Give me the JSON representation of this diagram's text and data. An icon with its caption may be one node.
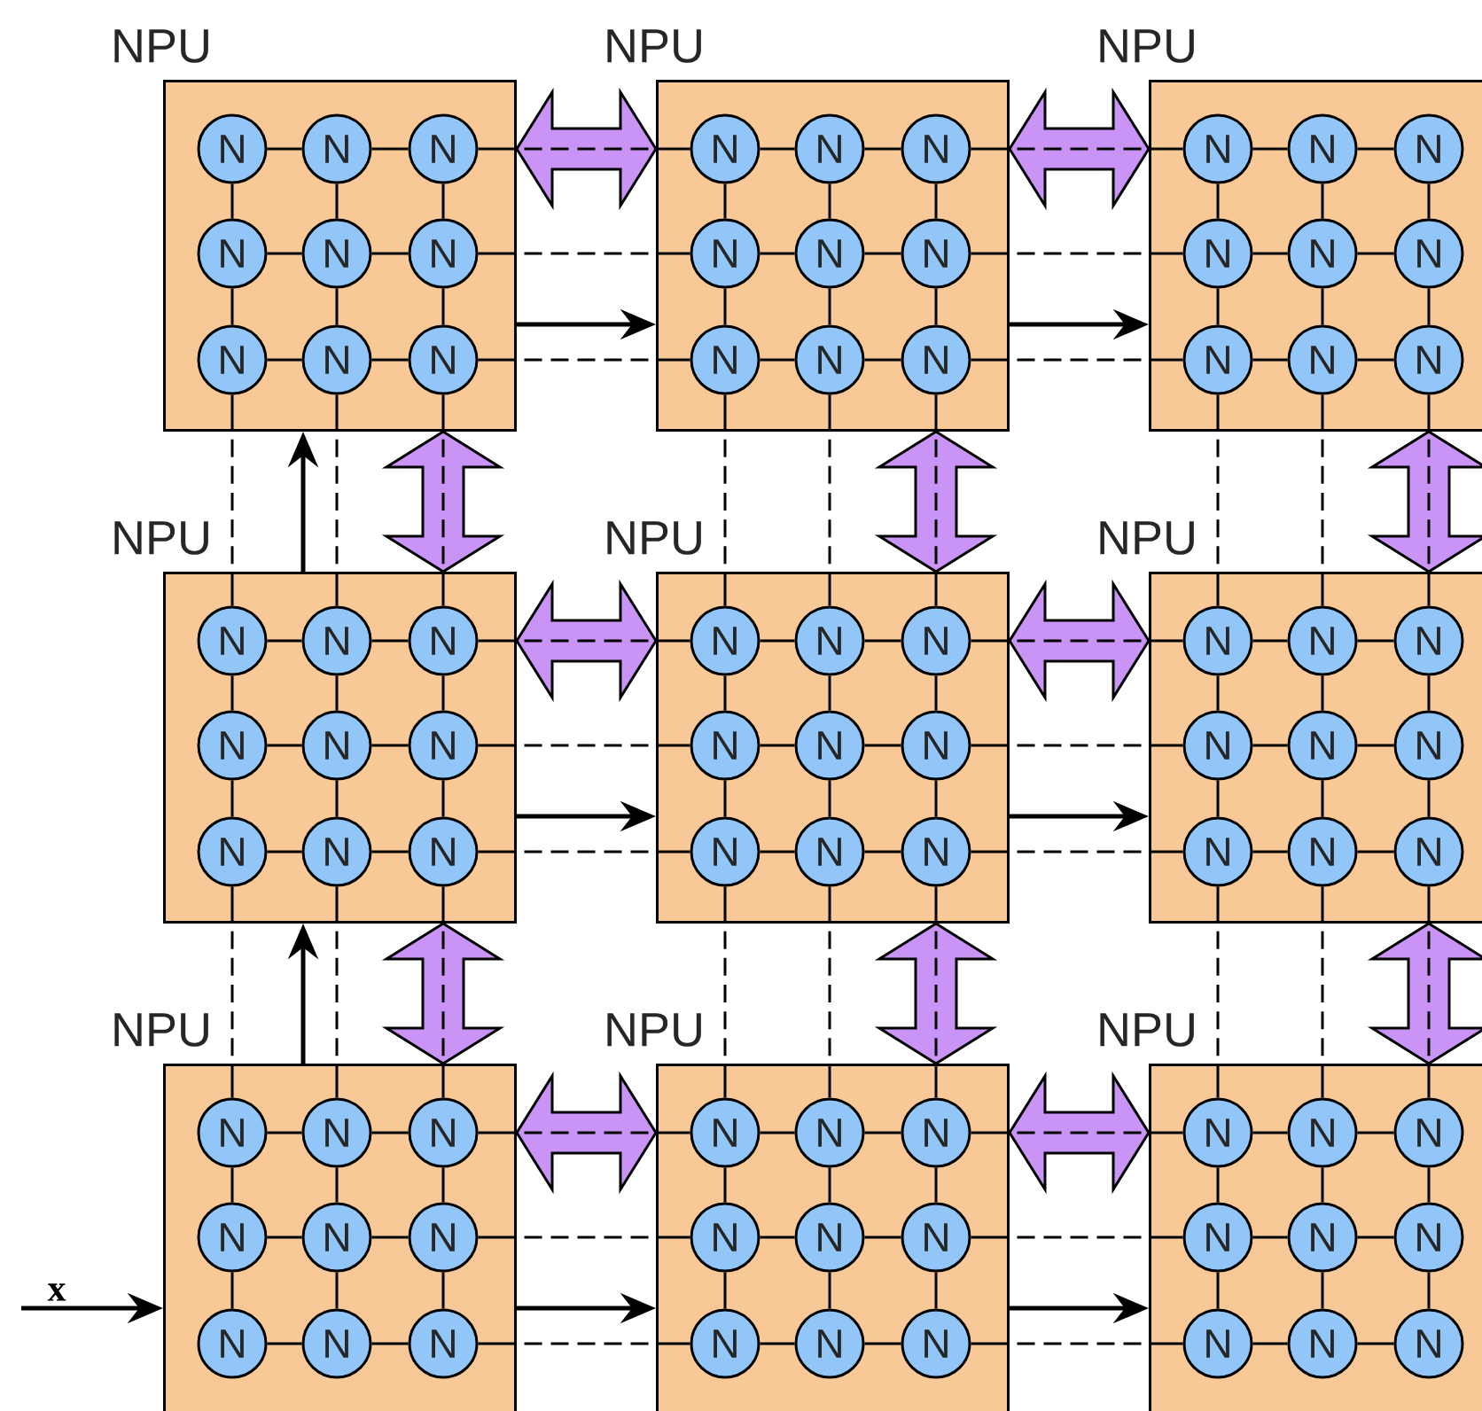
{
  "diagram": {
    "nodes": [
      {
        "text": [
          "NPU"
        ]
      },
      {
        "text": [
          "N"
        ],
        "in": 0
      },
      {
        "text": [
          "N"
        ],
        "in": 0
      },
      {
        "text": [
          "N"
        ],
        "in": 0
      },
      {
        "text": [
          "N"
        ],
        "in": 0
      },
      {
        "text": [
          "N"
        ],
        "in": 0
      },
      {
        "text": [
          "N"
        ],
        "in": 0
      },
      {
        "text": [
          "N"
        ],
        "in": 0
      },
      {
        "text": [
          "N"
        ],
        "in": 0
      },
      {
        "text": [
          "N"
        ],
        "in": 0
      },
      {
        "text": [
          "NPU"
        ]
      },
      {
        "text": [
          "N"
        ],
        "in": 10
      },
      {
        "text": [
          "N"
        ],
        "in": 10
      },
      {
        "text": [
          "N"
        ],
        "in": 10
      },
      {
        "text": [
          "N"
        ],
        "in": 10
      },
      {
        "text": [
          "N"
        ],
        "in": 10
      },
      {
        "text": [
          "N"
        ],
        "in": 10
      },
      {
        "text": [
          "N"
        ],
        "in": 10
      },
      {
        "text": [
          "N"
        ],
        "in": 10
      },
      {
        "text": [
          "N"
        ],
        "in": 10
      },
      {
        "text": [
          "NPU"
        ]
      },
      {
        "text": [
          "N"
        ],
        "in": 20
      },
      {
        "text": [
          "N"
        ],
        "in": 20
      },
      {
        "text": [
          "N"
        ],
        "in": 20
      },
      {
        "text": [
          "N"
        ],
        "in": 20
      },
      {
        "text": [
          "N"
        ],
        "in": 20
      },
      {
        "text": [
          "N"
        ],
        "in": 20
      },
      {
        "text": [
          "N"
        ],
        "in": 20
      },
      {
        "text": [
          "N"
        ],
        "in": 20
      },
      {
        "text": [
          "N"
        ],
        "in": 20
      },
      {
        "text": [
          "NPU"
        ]
      },
      {
        "text": [
          "N"
        ],
        "in": 30
      },
      {
        "text": [
          "N"
        ],
        "in": 30
      },
      {
        "text": [
          "N"
        ],
        "in": 30
      },
      {
        "text": [
          "N"
        ],
        "in": 30
      },
      {
        "text": [
          "N"
        ],
        "in": 30
      },
      {
        "text": [
          "N"
        ],
        "in": 30
      },
      {
        "text": [
          "N"
        ],
        "in": 30
      },
      {
        "text": [
          "N"
        ],
        "in": 30
      },
      {
        "text": [
          "N"
        ],
        "in": 30
      },
      {
        "text": [
          "NPU"
        ]
      },
      {
        "text": [
          "N"
        ],
        "in": 40
      },
      {
        "text": [
          "N"
        ],
        "in": 40
      },
      {
        "text": [
          "N"
        ],
        "in": 40
      },
      {
        "text": [
          "N"
        ],
        "in": 40
      },
      {
        "text": [
          "N"
        ],
        "in": 40
      },
      {
        "text": [
          "N"
        ],
        "in": 40
      },
      {
        "text": [
          "N"
        ],
        "in": 40
      },
      {
        "text": [
          "N"
        ],
        "in": 40
      },
      {
        "text": [
          "N"
        ],
        "in": 40
      },
      {
        "text": [
          "NPU"
        ]
      },
      {
        "text": [
          "N"
        ],
        "in": 50
      },
      {
        "text": [
          "N"
        ],
        "in": 50
      },
      {
        "text": [
          "N"
        ],
        "in": 50
      },
      {
        "text": [
          "N"
        ],
        "in": 50
      },
      {
        "text": [
          "N"
        ],
        "in": 50
      },
      {
        "text": [
          "N"
        ],
        "in": 50
      },
      {
        "text": [
          "N"
        ],
        "in": 50
      },
      {
        "text": [
          "N"
        ],
        "in": 50
      },
      {
        "text": [
          "N"
        ],
        "in": 50
      },
      {
        "text": [
          "NPU"
        ]
      },
      {
        "text": [
          "N"
        ],
        "in": 60
      },
      {
        "text": [
          "N"
        ],
        "in": 60
      },
      {
        "text": [
          "N"
        ],
        "in": 60
      },
      {
        "text": [
          "N"
        ],
        "in": 60
      },
      {
        "text": [
          "N"
        ],
        "in": 60
      },
      {
        "text": [
          "N"
        ],
        "in": 60
      },
      {
        "text": [
          "N"
        ],
        "in": 60
      },
      {
        "text": [
          "N"
        ],
        "in": 60
      },
      {
        "text": [
          "N"
        ],
        "in": 60
      },
      {
        "text": [
          "NPU"
        ]
      },
      {
        "text": [
          "N"
        ],
        "in": 70
      },
      {
        "text": [
          "N"
        ],
        "in": 70
      },
      {
        "text": [
          "N"
        ],
        "in": 70
      },
      {
        "text": [
          "N"
        ],
        "in": 70
      },
      {
        "text": [
          "N"
        ],
        "in": 70
      },
      {
        "text": [
          "N"
        ],
        "in": 70
      },
      {
        "text": [
          "N"
        ],
        "in": 70
      },
      {
        "text": [
          "N"
        ],
        "in": 70
      },
      {
        "text": [
          "N"
        ],
        "in": 70
      },
      {
        "text": [
          "NPU"
        ]
      },
      {
        "text": [
          "N"
        ],
        "in": 80
      },
      {
        "text": [
          "N"
        ],
        "in": 80
      },
      {
        "text": [
          "N"
        ],
        "in": 80
      },
      {
        "text": [
          "N"
        ],
        "in": 80
      },
      {
        "text": [
          "N"
        ],
        "in": 80
      },
      {
        "text": [
          "N"
        ],
        "in": 80
      },
      {
        "text": [
          "N"
        ],
        "in": 80
      },
      {
        "text": [
          "N"
        ],
        "in": 80
      },
      {
        "text": [
          "N"
        ],
        "in": 80
      }
    ],
    "edges": [
      {
        "from": 1,
        "to": 2,
        "arrow": "none"
      },
      {
        "from": 2,
        "to": 3,
        "arrow": "none"
      },
      {
        "from": 4,
        "to": 5,
        "arrow": "none"
      },
      {
        "from": 5,
        "to": 6,
        "arrow": "none"
      },
      {
        "from": 7,
        "to": 8,
        "arrow": "none"
      },
      {
        "from": 8,
        "to": 9,
        "arrow": "none"
      },
      {
        "from": 1,
        "to": 4,
        "arrow": "none"
      },
      {
        "from": 4,
        "to": 7,
        "arrow": "none"
      },
      {
        "from": 2,
        "to": 5,
        "arrow": "none"
      },
      {
        "from": 5,
        "to": 8,
        "arrow": "none"
      },
      {
        "from": 3,
        "to": 6,
        "arrow": "none"
      },
      {
        "from": 6,
        "to": 9,
        "arrow": "none"
      },
      {
        "from": 11,
        "to": 12,
        "arrow": "none"
      },
      {
        "from": 12,
        "to": 13,
        "arrow": "none"
      },
      {
        "from": 14,
        "to": 15,
        "arrow": "none"
      },
      {
        "from": 15,
        "to": 16,
        "arrow": "none"
      },
      {
        "from": 17,
        "to": 18,
        "arrow": "none"
      },
      {
        "from": 18,
        "to": 19,
        "arrow": "none"
      },
      {
        "from": 11,
        "to": 14,
        "arrow": "none"
      },
      {
        "from": 14,
        "to": 17,
        "arrow": "none"
      },
      {
        "from": 12,
        "to": 15,
        "arrow": "none"
      },
      {
        "from": 15,
        "to": 18,
        "arrow": "none"
      },
      {
        "from": 13,
        "to": 16,
        "arrow": "none"
      },
      {
        "from": 16,
        "to": 19,
        "arrow": "none"
      },
      {
        "from": 21,
        "to": 22,
        "arrow": "none"
      },
      {
        "from": 22,
        "to": 23,
        "arrow": "none"
      },
      {
        "from": 24,
        "to": 25,
        "arrow": "none"
      },
      {
        "from": 25,
        "to": 26,
        "arrow": "none"
      },
      {
        "from": 27,
        "to": 28,
        "arrow": "none"
      },
      {
        "from": 28,
        "to": 29,
        "arrow": "none"
      },
      {
        "from": 21,
        "to": 24,
        "arrow": "none"
      },
      {
        "from": 24,
        "to": 27,
        "arrow": "none"
      },
      {
        "from": 22,
        "to": 25,
        "arrow": "none"
      },
      {
        "from": 25,
        "to": 28,
        "arrow": "none"
      },
      {
        "from": 23,
        "to": 26,
        "arrow": "none"
      },
      {
        "from": 26,
        "to": 29,
        "arrow": "none"
      },
      {
        "from": 31,
        "to": 32,
        "arrow": "none"
      },
      {
        "from": 32,
        "to": 33,
        "arrow": "none"
      },
      {
        "from": 34,
        "to": 35,
        "arrow": "none"
      },
      {
        "from": 35,
        "to": 36,
        "arrow": "none"
      },
      {
        "from": 37,
        "to": 38,
        "arrow": "none"
      },
      {
        "from": 38,
        "to": 39,
        "arrow": "none"
      },
      {
        "from": 31,
        "to": 34,
        "arrow": "none"
      },
      {
        "from": 34,
        "to": 37,
        "arrow": "none"
      },
      {
        "from": 32,
        "to": 35,
        "arrow": "none"
      },
      {
        "from": 35,
        "to": 38,
        "arrow": "none"
      },
      {
        "from": 33,
        "to": 36,
        "arrow": "none"
      },
      {
        "from": 36,
        "to": 39,
        "arrow": "none"
      },
      {
        "from": 41,
        "to": 42,
        "arrow": "none"
      },
      {
        "from": 42,
        "to": 43,
        "arrow": "none"
      },
      {
        "from": 44,
        "to": 45,
        "arrow": "none"
      },
      {
        "from": 45,
        "to": 46,
        "arrow": "none"
      },
      {
        "from": 47,
        "to": 48,
        "arrow": "none"
      },
      {
        "from": 48,
        "to": 49,
        "arrow": "none"
      },
      {
        "from": 41,
        "to": 44,
        "arrow": "none"
      },
      {
        "from": 44,
        "to": 47,
        "arrow": "none"
      },
      {
        "from": 42,
        "to": 45,
        "arrow": "none"
      },
      {
        "from": 45,
        "to": 48,
        "arrow": "none"
      },
      {
        "from": 43,
        "to": 46,
        "arrow": "none"
      },
      {
        "from": 46,
        "to": 49,
        "arrow": "none"
      },
      {
        "from": 51,
        "to": 52,
        "arrow": "none"
      },
      {
        "from": 52,
        "to": 53,
        "arrow": "none"
      },
      {
        "from": 54,
        "to": 55,
        "arrow": "none"
      },
      {
        "from": 55,
        "to": 56,
        "arrow": "none"
      },
      {
        "from": 57,
        "to": 58,
        "arrow": "none"
      },
      {
        "from": 58,
        "to": 59,
        "arrow": "none"
      },
      {
        "from": 51,
        "to": 54,
        "arrow": "none"
      },
      {
        "from": 54,
        "to": 57,
        "arrow": "none"
      },
      {
        "from": 52,
        "to": 55,
        "arrow": "none"
      },
      {
        "from": 55,
        "to": 58,
        "arrow": "none"
      },
      {
        "from": 53,
        "to": 56,
        "arrow": "none"
      },
      {
        "from": 56,
        "to": 59,
        "arrow": "none"
      },
      {
        "from": 61,
        "to": 62,
        "arrow": "none"
      },
      {
        "from": 62,
        "to": 63,
        "arrow": "none"
      },
      {
        "from": 64,
        "to": 65,
        "arrow": "none"
      },
      {
        "from": 65,
        "to": 66,
        "arrow": "none"
      },
      {
        "from": 67,
        "to": 68,
        "arrow": "none"
      },
      {
        "from": 68,
        "to": 69,
        "arrow": "none"
      },
      {
        "from": 61,
        "to": 64,
        "arrow": "none"
      },
      {
        "from": 64,
        "to": 67,
        "arrow": "none"
      },
      {
        "from": 62,
        "to": 65,
        "arrow": "none"
      },
      {
        "from": 65,
        "to": 68,
        "arrow": "none"
      },
      {
        "from": 63,
        "to": 66,
        "arrow": "none"
      },
      {
        "from": 66,
        "to": 69,
        "arrow": "none"
      },
      {
        "from": 71,
        "to": 72,
        "arrow": "none"
      },
      {
        "from": 72,
        "to": 73,
        "arrow": "none"
      },
      {
        "from": 74,
        "to": 75,
        "arrow": "none"
      },
      {
        "from": 75,
        "to": 76,
        "arrow": "none"
      },
      {
        "from": 77,
        "to": 78,
        "arrow": "none"
      },
      {
        "from": 78,
        "to": 79,
        "arrow": "none"
      },
      {
        "from": 71,
        "to": 74,
        "arrow": "none"
      },
      {
        "from": 74,
        "to": 77,
        "arrow": "none"
      },
      {
        "from": 72,
        "to": 75,
        "arrow": "none"
      },
      {
        "from": 75,
        "to": 78,
        "arrow": "none"
      },
      {
        "from": 73,
        "to": 76,
        "arrow": "none"
      },
      {
        "from": 76,
        "to": 79,
        "arrow": "none"
      },
      {
        "from": 81,
        "to": 82,
        "arrow": "none"
      },
      {
        "from": 82,
        "to": 83,
        "arrow": "none"
      },
      {
        "from": 84,
        "to": 85,
        "arrow": "none"
      },
      {
        "from": 85,
        "to": 86,
        "arrow": "none"
      },
      {
        "from": 87,
        "to": 88,
        "arrow": "none"
      },
      {
        "from": 88,
        "to": 89,
        "arrow": "none"
      },
      {
        "from": 81,
        "to": 84,
        "arrow": "none"
      },
      {
        "from": 84,
        "to": 87,
        "arrow": "none"
      },
      {
        "from": 82,
        "to": 85,
        "arrow": "none"
      },
      {
        "from": 85,
        "to": 88,
        "arrow": "none"
      },
      {
        "from": 83,
        "to": 86,
        "arrow": "none"
      },
      {
        "from": 86,
        "to": 89,
        "arrow": "none"
      },
      {
        "from": 0,
        "to": 10,
        "arrow": "both",
        "style": "thick",
        "color": "#c994f5"
      },
      {
        "from": 10,
        "to": 20,
        "arrow": "both",
        "style": "thick",
        "color": "#c994f5"
      },
      {
        "from": 30,
        "to": 40,
        "arrow": "both",
        "style": "thick",
        "color": "#c994f5"
      },
      {
        "from": 40,
        "to": 50,
        "arrow": "both",
        "style": "thick",
        "color": "#c994f5"
      },
      {
        "from": 60,
        "to": 70,
        "arrow": "both",
        "style": "thick",
        "color": "#c994f5"
      },
      {
        "from": 70,
        "to": 80,
        "arrow": "both",
        "style": "thick",
        "color": "#c994f5"
      },
      {
        "from": 0,
        "to": 30,
        "arrow": "both",
        "style": "thick",
        "color": "#c994f5"
      },
      {
        "from": 30,
        "to": 60,
        "arrow": "both",
        "style": "thick",
        "color": "#c994f5"
      },
      {
        "from": 10,
        "to": 40,
        "arrow": "both",
        "style": "thick",
        "color": "#c994f5"
      },
      {
        "from": 40,
        "to": 70,
        "arrow": "both",
        "style": "thick",
        "color": "#c994f5"
      },
      {
        "from": 20,
        "to": 50,
        "arrow": "both",
        "style": "thick",
        "color": "#c994f5"
      },
      {
        "from": 50,
        "to": 80,
        "arrow": "both",
        "style": "thick",
        "color": "#c994f5"
      },
      {
        "from": 3,
        "to": 11,
        "arrow": "none",
        "style": "dashed"
      },
      {
        "from": 6,
        "to": 14,
        "arrow": "none",
        "style": "dashed"
      },
      {
        "from": 9,
        "to": 17,
        "arrow": "none",
        "style": "dashed"
      },
      {
        "from": 13,
        "to": 21,
        "arrow": "none",
        "style": "dashed"
      },
      {
        "from": 16,
        "to": 24,
        "arrow": "none",
        "style": "dashed"
      },
      {
        "from": 19,
        "to": 27,
        "arrow": "none",
        "style": "dashed"
      },
      {
        "from": 33,
        "to": 41,
        "arrow": "none",
        "style": "dashed"
      },
      {
        "from": 36,
        "to": 44,
        "arrow": "none",
        "style": "dashed"
      },
      {
        "from": 39,
        "to": 47,
        "arrow": "none",
        "style": "dashed"
      },
      {
        "from": 43,
        "to": 51,
        "arrow": "none",
        "style": "dashed"
      },
      {
        "from": 46,
        "to": 54,
        "arrow": "none",
        "style": "dashed"
      },
      {
        "from": 49,
        "to": 57,
        "arrow": "none",
        "style": "dashed"
      },
      {
        "from": 63,
        "to": 71,
        "arrow": "none",
        "style": "dashed"
      },
      {
        "from": 66,
        "to": 74,
        "arrow": "none",
        "style": "dashed"
      },
      {
        "from": 69,
        "to": 77,
        "arrow": "none",
        "style": "dashed"
      },
      {
        "from": 73,
        "to": 81,
        "arrow": "none",
        "style": "dashed"
      },
      {
        "from": 76,
        "to": 84,
        "arrow": "none",
        "style": "dashed"
      },
      {
        "from": 79,
        "to": 87,
        "arrow": "none",
        "style": "dashed"
      },
      {
        "from": 7,
        "to": 31,
        "arrow": "none",
        "style": "dashed"
      },
      {
        "from": 8,
        "to": 32,
        "arrow": "none",
        "style": "dashed"
      },
      {
        "from": 9,
        "to": 33,
        "arrow": "none",
        "style": "dashed"
      },
      {
        "from": 37,
        "to": 61,
        "arrow": "none",
        "style": "dashed"
      },
      {
        "from": 38,
        "to": 62,
        "arrow": "none",
        "style": "dashed"
      },
      {
        "from": 39,
        "to": 63,
        "arrow": "none",
        "style": "dashed"
      },
      {
        "from": 17,
        "to": 41,
        "arrow": "none",
        "style": "dashed"
      },
      {
        "from": 18,
        "to": 42,
        "arrow": "none",
        "style": "dashed"
      },
      {
        "from": 19,
        "to": 43,
        "arrow": "none",
        "style": "dashed"
      },
      {
        "from": 47,
        "to": 71,
        "arrow": "none",
        "style": "dashed"
      },
      {
        "from": 48,
        "to": 72,
        "arrow": "none",
        "style": "dashed"
      },
      {
        "from": 49,
        "to": 73,
        "arrow": "none",
        "style": "dashed"
      },
      {
        "from": 27,
        "to": 51,
        "arrow": "none",
        "style": "dashed"
      },
      {
        "from": 28,
        "to": 52,
        "arrow": "none",
        "style": "dashed"
      },
      {
        "from": 29,
        "to": 53,
        "arrow": "none",
        "style": "dashed"
      },
      {
        "from": 57,
        "to": 81,
        "arrow": "none",
        "style": "dashed"
      },
      {
        "from": 58,
        "to": 82,
        "arrow": "none",
        "style": "dashed"
      },
      {
        "from": 59,
        "to": 83,
        "arrow": "none",
        "style": "dashed"
      },
      {
        "from": 0,
        "to": 10,
        "arrow": "to"
      },
      {
        "from": 10,
        "to": 20,
        "arrow": "to"
      },
      {
        "from": 30,
        "to": 40,
        "arrow": "to"
      },
      {
        "from": 40,
        "to": 50,
        "arrow": "to"
      },
      {
        "from": 60,
        "to": 70,
        "arrow": "to"
      },
      {
        "from": 70,
        "to": 80,
        "arrow": "to"
      },
      {
        "from": 30,
        "to": 0,
        "arrow": "to"
      },
      {
        "from": 60,
        "to": 30,
        "arrow": "to"
      },
      {
        "from": null,
        "to": 60,
        "arrow": "to",
        "label": "x"
      }
    ]
  }
}
